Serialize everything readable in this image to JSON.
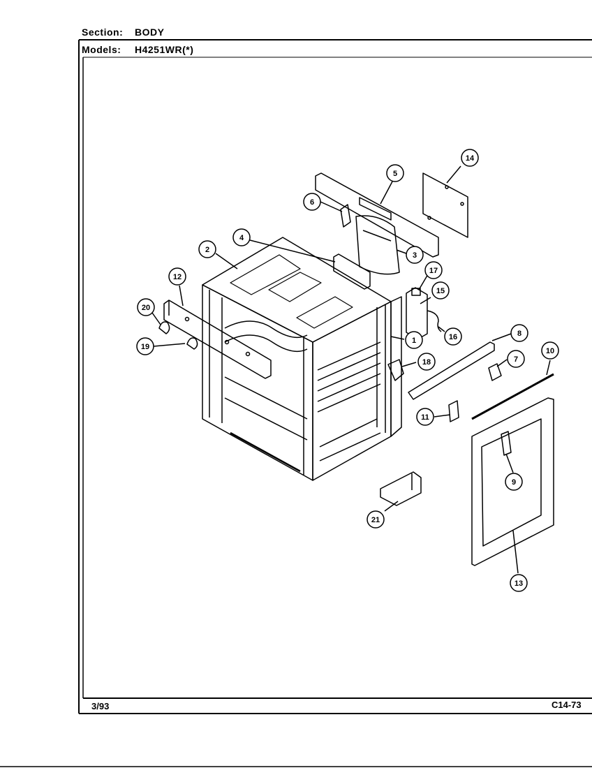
{
  "header": {
    "section_label": "Section:",
    "section_value": "BODY",
    "models_label": "Models:",
    "models_value": "H4251WR(*)"
  },
  "footer": {
    "date": "3/93",
    "code": "C14-73"
  },
  "callouts": [
    "1",
    "2",
    "3",
    "4",
    "5",
    "6",
    "7",
    "8",
    "9",
    "10",
    "11",
    "12",
    "13",
    "14",
    "15",
    "16",
    "17",
    "18",
    "19",
    "20",
    "21"
  ]
}
